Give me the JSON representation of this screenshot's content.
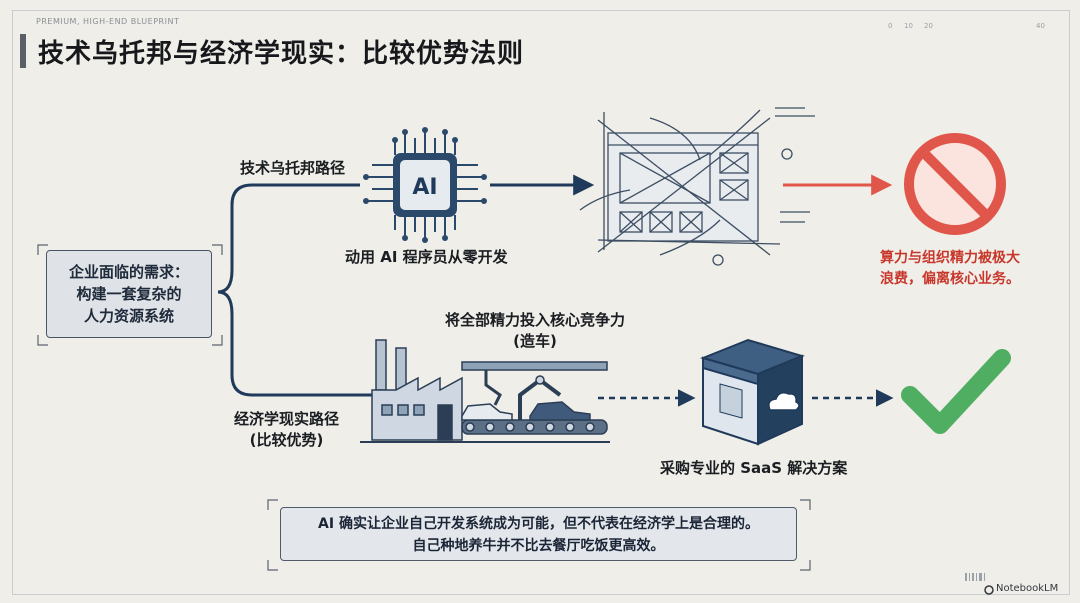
{
  "header": {
    "tag": "PREMIUM, HIGH-END BLUEPRINT",
    "title": "技术乌托邦与经济学现实：比较优势法则",
    "ruler_ticks": [
      "0",
      "10",
      "20",
      "40"
    ]
  },
  "start_box": {
    "lines": [
      "企业面临的需求：",
      "构建一套复杂的",
      "人力资源系统"
    ]
  },
  "top_path": {
    "branch_label": "技术乌托邦路径",
    "chip_text": "AI",
    "chip_caption": "动用 AI 程序员从零开发",
    "result_text": [
      "算力与组织精力被极大",
      "浪费，偏离核心业务。"
    ]
  },
  "bottom_path": {
    "branch_label": [
      "经济学现实路径",
      "(比较优势)"
    ],
    "factory_caption": [
      "将全部精力投入核心竞争力",
      "(造车)"
    ],
    "saas_caption": "采购专业的 SaaS 解决方案"
  },
  "conclusion": {
    "lines": [
      "AI 确实让企业自己开发系统成为可能，但不代表在经济学上是合理的。",
      "自己种地养牛并不比去餐厅吃饭更高效。"
    ]
  },
  "footer": {
    "brand": "NotebookLM"
  },
  "colors": {
    "navy": "#1f3a5a",
    "red": "#e0564a",
    "green": "#4fae62",
    "chip": "#2b4a6b"
  },
  "icons": [
    "ai-chip-icon",
    "blueprint-sketch-icon",
    "prohibited-icon",
    "factory-icon",
    "saas-cloud-cube-icon",
    "checkmark-icon"
  ]
}
